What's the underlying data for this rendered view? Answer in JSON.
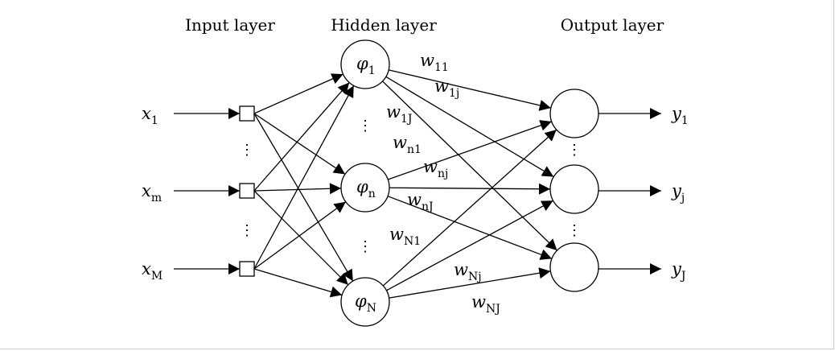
{
  "layers": {
    "input": "Input layer",
    "hidden": "Hidden layer",
    "output": "Output layer"
  },
  "inputs": [
    {
      "symbol": "x",
      "sub": "1"
    },
    {
      "symbol": "x",
      "sub": "m"
    },
    {
      "symbol": "x",
      "sub": "M"
    }
  ],
  "hidden": [
    {
      "symbol": "φ",
      "sub": "1"
    },
    {
      "symbol": "φ",
      "sub": "n"
    },
    {
      "symbol": "φ",
      "sub": "N"
    }
  ],
  "outputs": [
    {
      "symbol": "y",
      "sub": "1"
    },
    {
      "symbol": "y",
      "sub": "j"
    },
    {
      "symbol": "y",
      "sub": "J"
    }
  ],
  "weights": [
    {
      "symbol": "w",
      "sub": "11"
    },
    {
      "symbol": "w",
      "sub": "1j"
    },
    {
      "symbol": "w",
      "sub": "1J"
    },
    {
      "symbol": "w",
      "sub": "n1"
    },
    {
      "symbol": "w",
      "sub": "nj"
    },
    {
      "symbol": "w",
      "sub": "nJ"
    },
    {
      "symbol": "w",
      "sub": "N1"
    },
    {
      "symbol": "w",
      "sub": "Nj"
    },
    {
      "symbol": "w",
      "sub": "NJ"
    }
  ],
  "ellipsis": "⋮",
  "colors": {
    "stroke": "#000000",
    "background": "#ffffff",
    "border": "#c8c8c8"
  }
}
